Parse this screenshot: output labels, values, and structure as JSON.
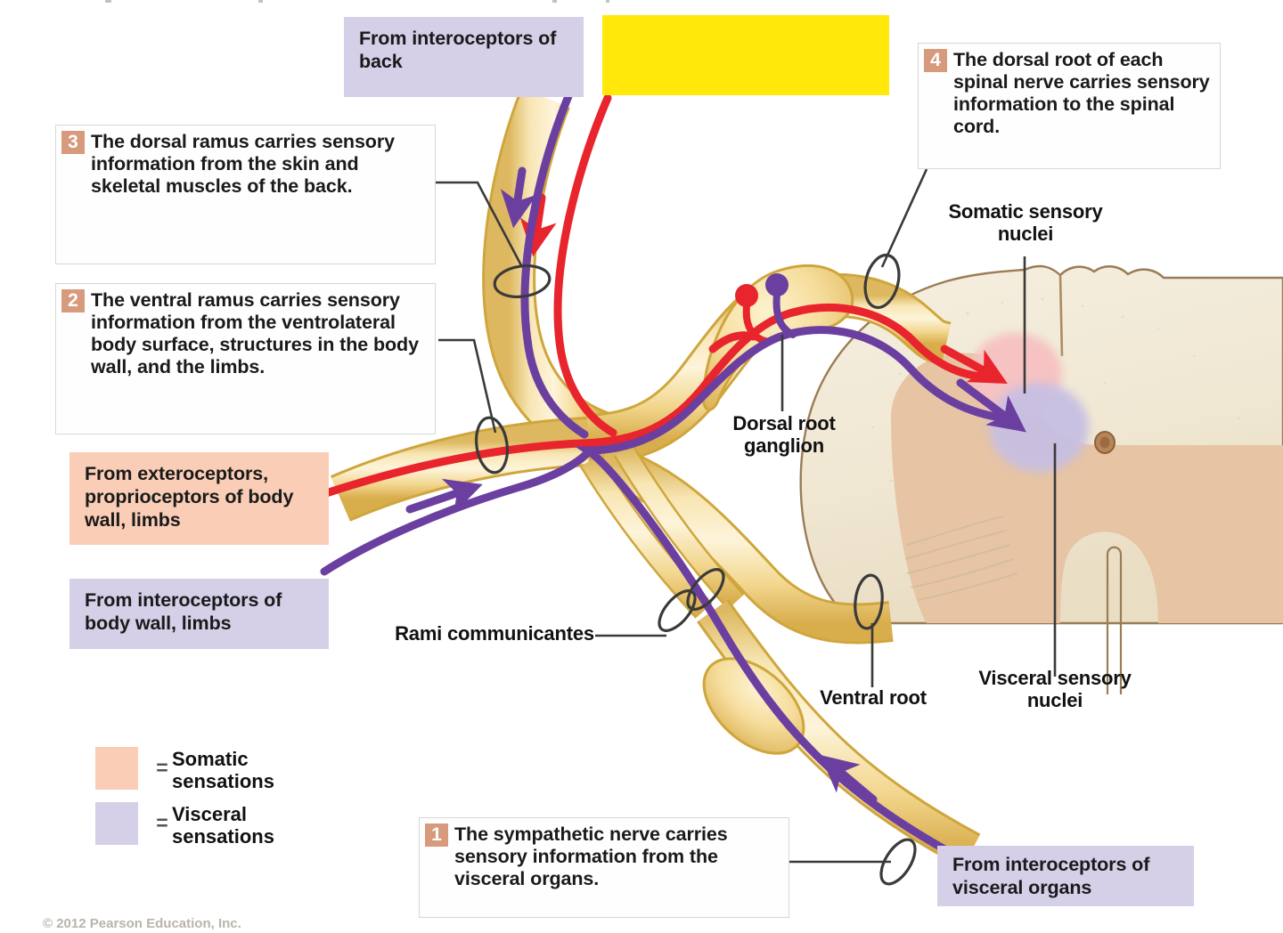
{
  "figure": {
    "kind": "anatomy-diagram",
    "subject": "Sensory pathways of a spinal nerve and spinal cord segment"
  },
  "colors": {
    "nerve_fill": "#f5dc9b",
    "nerve_fill_light": "#fbeec4",
    "nerve_edge": "#cfa63c",
    "somatic_red": "#e8242c",
    "visceral_purple": "#6b3fa0",
    "step_badge": "#d79a7c",
    "tag_visceral_bg": "#d5cfe8",
    "tag_somatic_bg": "#f9cdb6",
    "white_matter": "#f1e9d7",
    "gray_matter": "#e6c4a4",
    "cord_outline": "#9a7c56",
    "somatic_nucleus": "#f6c2c2",
    "visceral_nucleus": "#c7bfe3",
    "redaction_yellow": "#ffe80a",
    "leader_line": "#3a3a3a"
  },
  "steps": [
    {
      "number": "1",
      "text": "The sympathetic nerve carries sensory information from the visceral organs."
    },
    {
      "number": "2",
      "text": "The ventral ramus carries sensory information from the ventrolateral body surface, structures in the body wall, and the limbs."
    },
    {
      "number": "3",
      "text": "The dorsal ramus carries sensory information from the skin and skeletal muscles of the back."
    },
    {
      "number": "4",
      "text": "The dorsal root of each spinal nerve carries sensory information to the spinal cord."
    }
  ],
  "source_tags": [
    {
      "id": "interoceptors-back",
      "text": "From interoceptors of back",
      "type": "visceral"
    },
    {
      "id": "exteroceptors-wall",
      "text": "From exteroceptors, proprioceptors of body wall, limbs",
      "type": "somatic"
    },
    {
      "id": "interoceptors-wall",
      "text": "From interoceptors of body wall, limbs",
      "type": "visceral"
    },
    {
      "id": "interoceptors-viscera",
      "text": "From interoceptors of visceral organs",
      "type": "visceral"
    }
  ],
  "anatomy_labels": [
    {
      "id": "dorsal-root-ganglion",
      "text": "Dorsal root ganglion"
    },
    {
      "id": "somatic-sensory-nuclei",
      "text": "Somatic sensory nuclei"
    },
    {
      "id": "visceral-sensory-nuclei",
      "text": "Visceral sensory nuclei"
    },
    {
      "id": "ventral-root",
      "text": "Ventral root"
    },
    {
      "id": "rami-communicantes",
      "text": "Rami communicantes"
    }
  ],
  "legend": {
    "equals": "=",
    "items": [
      {
        "swatch": "#f9cdb6",
        "label": "Somatic sensations"
      },
      {
        "swatch": "#d5cfe8",
        "label": "Visceral sensations"
      }
    ]
  },
  "redaction": {
    "note": ""
  },
  "footer": {
    "copyright": "© 2012 Pearson Education, Inc."
  }
}
